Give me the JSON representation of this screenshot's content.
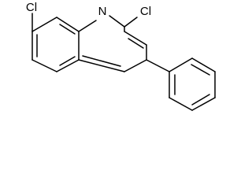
{
  "structure": {
    "atoms": {
      "cl_left": "Cl",
      "nitrogen": "N",
      "cl_right": "Cl"
    }
  }
}
